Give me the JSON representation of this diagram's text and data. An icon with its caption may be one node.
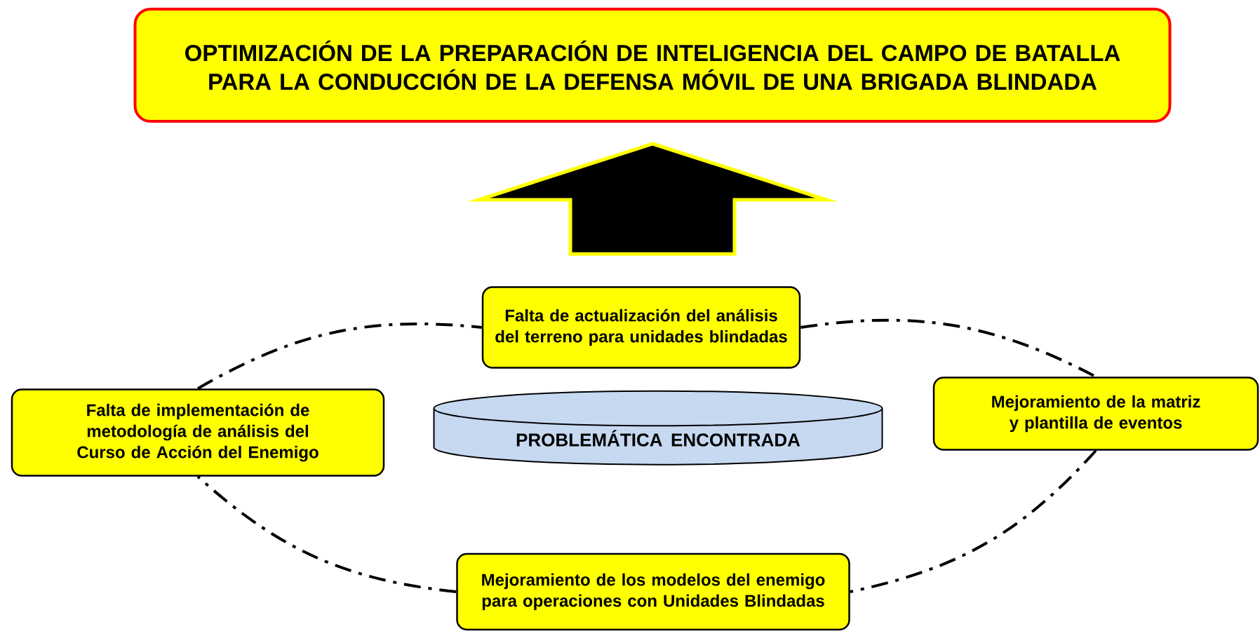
{
  "diagram": {
    "nodes": [
      {
        "text": [
          "OPTIMIZACIÓN DE LA PREPARACIÓN DE INTELIGENCIA DEL CAMPO DE BATALLA PARA LA CONDUCCIÓN DE LA DEFENSA MÓVIL DE UNA BRIGADA BLINDADA"
        ]
      },
      {
        "text": [
          "Falta de actualización del análisis del terreno para unidades blindadas"
        ]
      },
      {
        "text": [
          "Falta de implementación de metodología de análisis del Curso de Acción del Enemigo"
        ]
      },
      {
        "text": [
          "PROBLEMÁTICA ENCONTRADA"
        ]
      },
      {
        "text": [
          "Mejoramiento de la matriz y plantilla de eventos"
        ]
      },
      {
        "text": [
          "Mejoramiento de los modelos del enemigo para operaciones con Unidades Blindadas"
        ]
      }
    ],
    "edges": [
      {
        "from": 1,
        "to": 4,
        "arrow": "none",
        "style": "dashed"
      },
      {
        "from": 4,
        "to": 5,
        "arrow": "none",
        "style": "dashed"
      },
      {
        "from": 5,
        "to": 2,
        "arrow": "none",
        "style": "dashed"
      },
      {
        "from": 2,
        "to": 1,
        "arrow": "none",
        "style": "dashed"
      },
      {
        "from": 1,
        "to": 0,
        "arrow": "to",
        "style": "thick"
      }
    ]
  }
}
